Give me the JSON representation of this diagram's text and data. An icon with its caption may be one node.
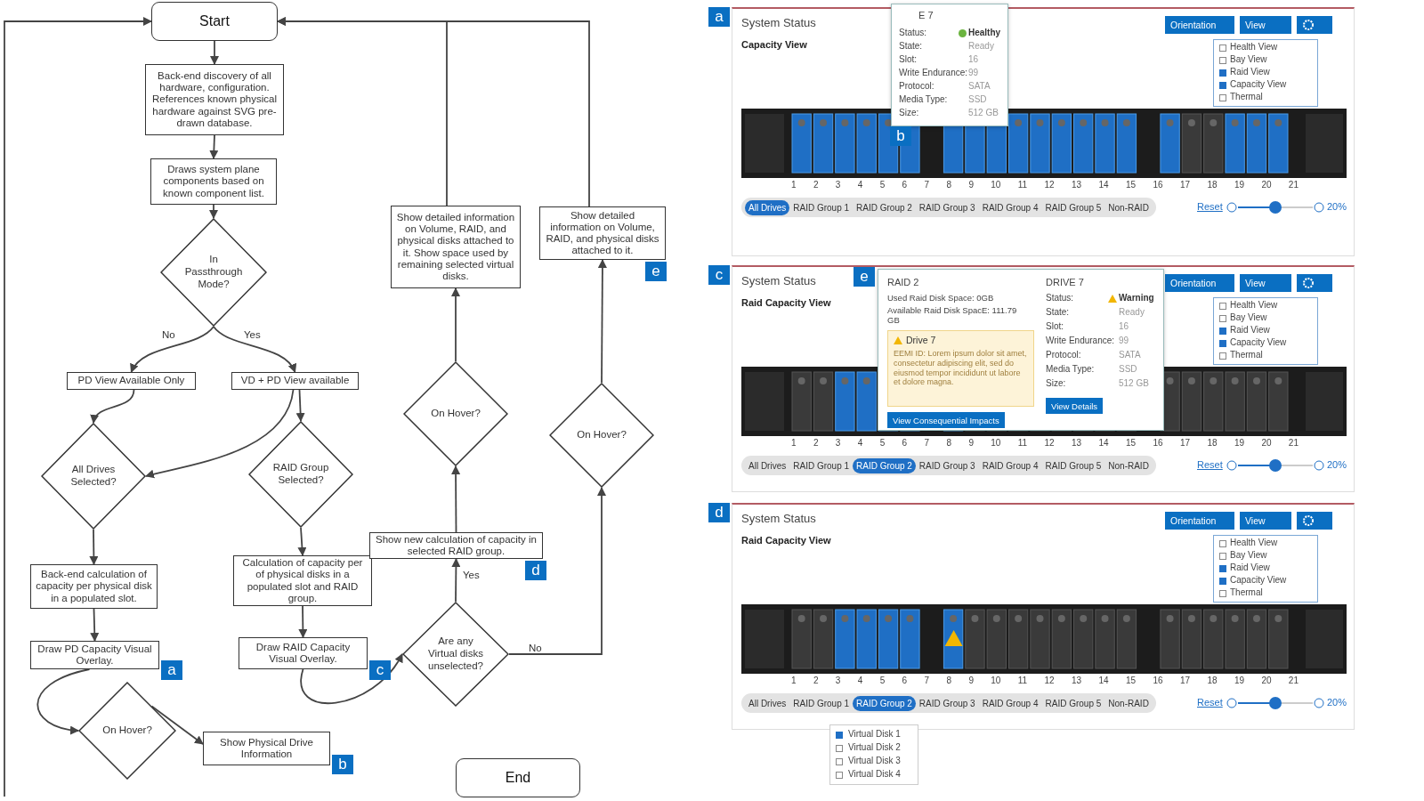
{
  "diagram": {
    "nodes": [
      {
        "text": [
          "Start"
        ]
      },
      {
        "text": [
          "Back-end discovery of all hardware, configuration. References known physical hardware against SVG pre-drawn database."
        ]
      },
      {
        "text": [
          "Draws system plane components based on known component list."
        ]
      },
      {
        "text": [
          "In Passthrough Mode?"
        ]
      },
      {
        "text": [
          "PD View Available Only"
        ]
      },
      {
        "text": [
          "VD + PD View available"
        ]
      },
      {
        "text": [
          "All Drives Selected?"
        ]
      },
      {
        "text": [
          "RAID Group Selected?"
        ]
      },
      {
        "text": [
          "Back-end calculation of capacity per physical disk in a populated slot."
        ]
      },
      {
        "text": [
          "Calculation of capacity per of physical disks in a populated slot and RAID group."
        ]
      },
      {
        "text": [
          "Draw PD Capacity Visual Overlay."
        ],
        "beside": [
          "a"
        ]
      },
      {
        "text": [
          "Draw RAID Capacity Visual Overlay."
        ],
        "beside": [
          "c"
        ]
      },
      {
        "text": [
          "On Hover?"
        ]
      },
      {
        "text": [
          "Show Physical Drive Information"
        ],
        "beside": [
          "b"
        ]
      },
      {
        "text": [
          "Are any Virtual disks unselected?"
        ]
      },
      {
        "text": [
          "Show new calculation of capacity in selected RAID group."
        ],
        "beside": [
          "d"
        ]
      },
      {
        "text": [
          "On Hover?"
        ]
      },
      {
        "text": [
          "Show detailed information on Volume, RAID, and physical disks attached to it. Show space used by remaining selected virtual disks."
        ]
      },
      {
        "text": [
          "On Hover?"
        ]
      },
      {
        "text": [
          "Show detailed information on Volume, RAID, and physical disks attached to it."
        ],
        "beside": [
          "e"
        ]
      },
      {
        "text": [
          "End"
        ]
      },
      {
        "text": [
          "System Status",
          "Capacity View",
          "Orientation",
          "View",
          "Health View",
          "Bay View",
          "Raid View",
          "Capacity View",
          "Thermal",
          "1 2 3 4 5 6 7 8 9 10 11 12 13 14 15 16 17 18 19 20 21",
          "All Drives",
          "RAID Group 1",
          "RAID Group 2",
          "RAID Group 3",
          "RAID Group 4",
          "RAID Group 5",
          "Non-RAID",
          "Reset",
          "20%"
        ],
        "beside": [
          "a"
        ]
      },
      {
        "in": 21,
        "text": [
          "E 7",
          "Status:",
          "Healthy",
          "State:",
          "Ready",
          "Slot:",
          "16",
          "Write Endurance:",
          "99",
          "Protocol:",
          "SATA",
          "Media Type:",
          "SSD",
          "Size:",
          "512 GB"
        ],
        "beside": [
          "b"
        ]
      },
      {
        "text": [
          "System Status",
          "Raid Capacity View",
          "Orientation",
          "View",
          "Health View",
          "Bay View",
          "Raid View",
          "Capacity View",
          "Thermal",
          "1 2 3 4 5 6 7 8 9 10 11 12 13 14 15 16 17 18 19 20 21",
          "All Drives",
          "RAID Group 1",
          "RAID Group 2",
          "RAID Group 3",
          "RAID Group 4",
          "RAID Group 5",
          "Non-RAID",
          "Reset",
          "20%"
        ],
        "beside": [
          "c"
        ]
      },
      {
        "in": 23,
        "text": [
          "RAID 2",
          "Used Raid Disk Space: 0GB",
          "Available Raid Disk SpacE: 111.79 GB",
          "Drive 7",
          "EEMI ID: Lorem ipsum dolor sit amet, consectetur adipiscing elit, sed do eiusmod tempor incididunt ut labore et dolore magna.",
          "View Consequential Impacts",
          "DRIVE 7",
          "Status:",
          "Warning",
          "State:",
          "Ready",
          "Slot:",
          "16",
          "Write Endurance:",
          "99",
          "Protocol:",
          "SATA",
          "Media Type:",
          "SSD",
          "Size:",
          "512 GB",
          "View Details"
        ],
        "beside": [
          "e"
        ]
      },
      {
        "text": [
          "System Status",
          "Raid Capacity View",
          "Orientation",
          "View",
          "Health View",
          "Bay View",
          "Raid View",
          "Capacity View",
          "Thermal",
          "1 2 3 4 5 6 7 8 9 10 11 12 13 14 15 16 17 18 19 20 21",
          "All Drives",
          "RAID Group 1",
          "RAID Group 2",
          "RAID Group 3",
          "RAID Group 4",
          "RAID Group 5",
          "Non-RAID",
          "Reset",
          "20%",
          "Virtual Disk 1",
          "Virtual Disk 2",
          "Virtual Disk 3",
          "Virtual Disk 4"
        ],
        "beside": [
          "d"
        ]
      }
    ],
    "edges": [
      {
        "from": 0,
        "to": 1,
        "arrow": "to"
      },
      {
        "from": 1,
        "to": 2,
        "arrow": "to"
      },
      {
        "from": 2,
        "to": 3,
        "arrow": "to"
      },
      {
        "from": 3,
        "to": 4,
        "arrow": "to",
        "label": "No"
      },
      {
        "from": 3,
        "to": 5,
        "arrow": "to",
        "label": "Yes"
      },
      {
        "from": 4,
        "to": 6,
        "arrow": "to"
      },
      {
        "from": 5,
        "to": 6,
        "arrow": "to"
      },
      {
        "from": 5,
        "to": 7,
        "arrow": "to"
      },
      {
        "from": 6,
        "to": 8,
        "arrow": "to"
      },
      {
        "from": 7,
        "to": 9,
        "arrow": "to"
      },
      {
        "from": 8,
        "to": 10,
        "arrow": "to"
      },
      {
        "from": 9,
        "to": 11,
        "arrow": "to"
      },
      {
        "from": 10,
        "to": 12,
        "arrow": "to"
      },
      {
        "from": 12,
        "to": 13,
        "arrow": "to"
      },
      {
        "from": 11,
        "to": 14,
        "arrow": "to"
      },
      {
        "from": 14,
        "to": 15,
        "arrow": "to",
        "label": "Yes"
      },
      {
        "from": 14,
        "to": 18,
        "arrow": "to",
        "label": "No"
      },
      {
        "from": 15,
        "to": 16,
        "arrow": "to"
      },
      {
        "from": 16,
        "to": 17,
        "arrow": "to"
      },
      {
        "from": 18,
        "to": 19,
        "arrow": "to"
      },
      {
        "from": 17,
        "to": 0,
        "arrow": "to"
      },
      {
        "from": 19,
        "to": 0,
        "arrow": "to"
      },
      {
        "from": null,
        "to": 0,
        "arrow": "to"
      }
    ]
  }
}
